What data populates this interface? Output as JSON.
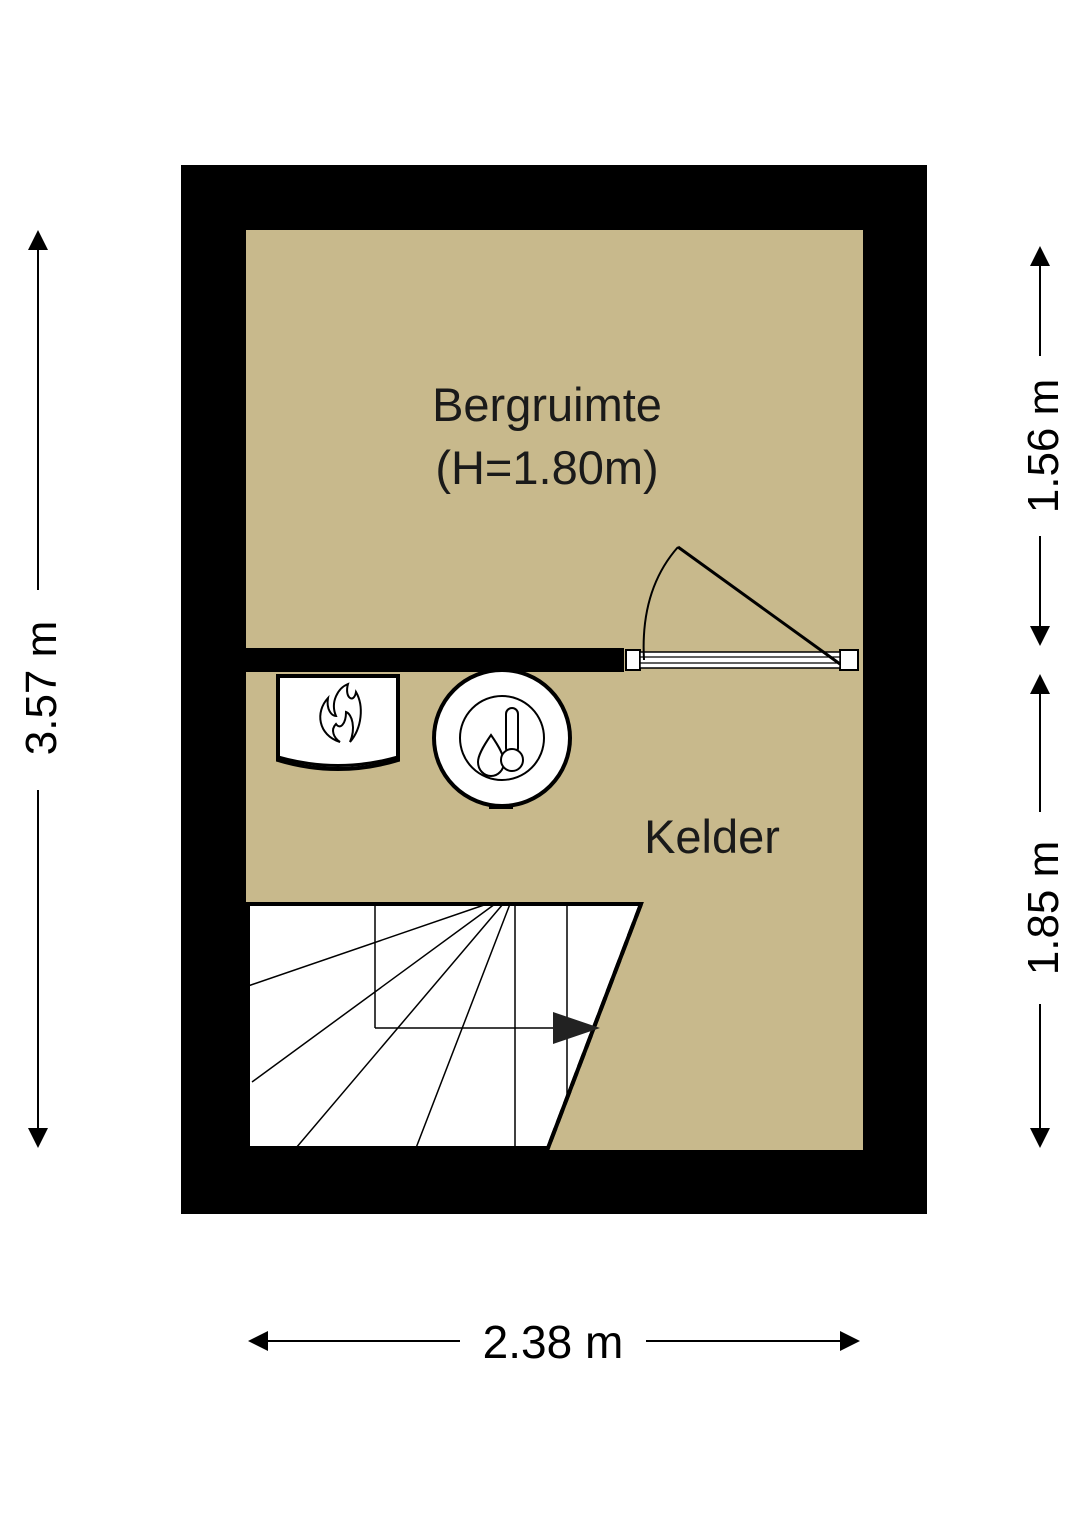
{
  "rooms": {
    "storage": {
      "name": "Bergruimte",
      "height_note": "(H=1.80m)"
    },
    "cellar": {
      "name": "Kelder"
    }
  },
  "dimensions": {
    "total_height": "3.57 m",
    "storage_depth": "1.56 m",
    "cellar_depth": "1.85 m",
    "width": "2.38 m"
  },
  "icons": {
    "boiler": "flame-icon",
    "water_heater": "thermometer-drop-icon",
    "stairs": "stairs-icon",
    "door": "door-swing-icon"
  },
  "colors": {
    "wall": "#000000",
    "floor": "#c8b98c",
    "stairs": "#ffffff"
  }
}
